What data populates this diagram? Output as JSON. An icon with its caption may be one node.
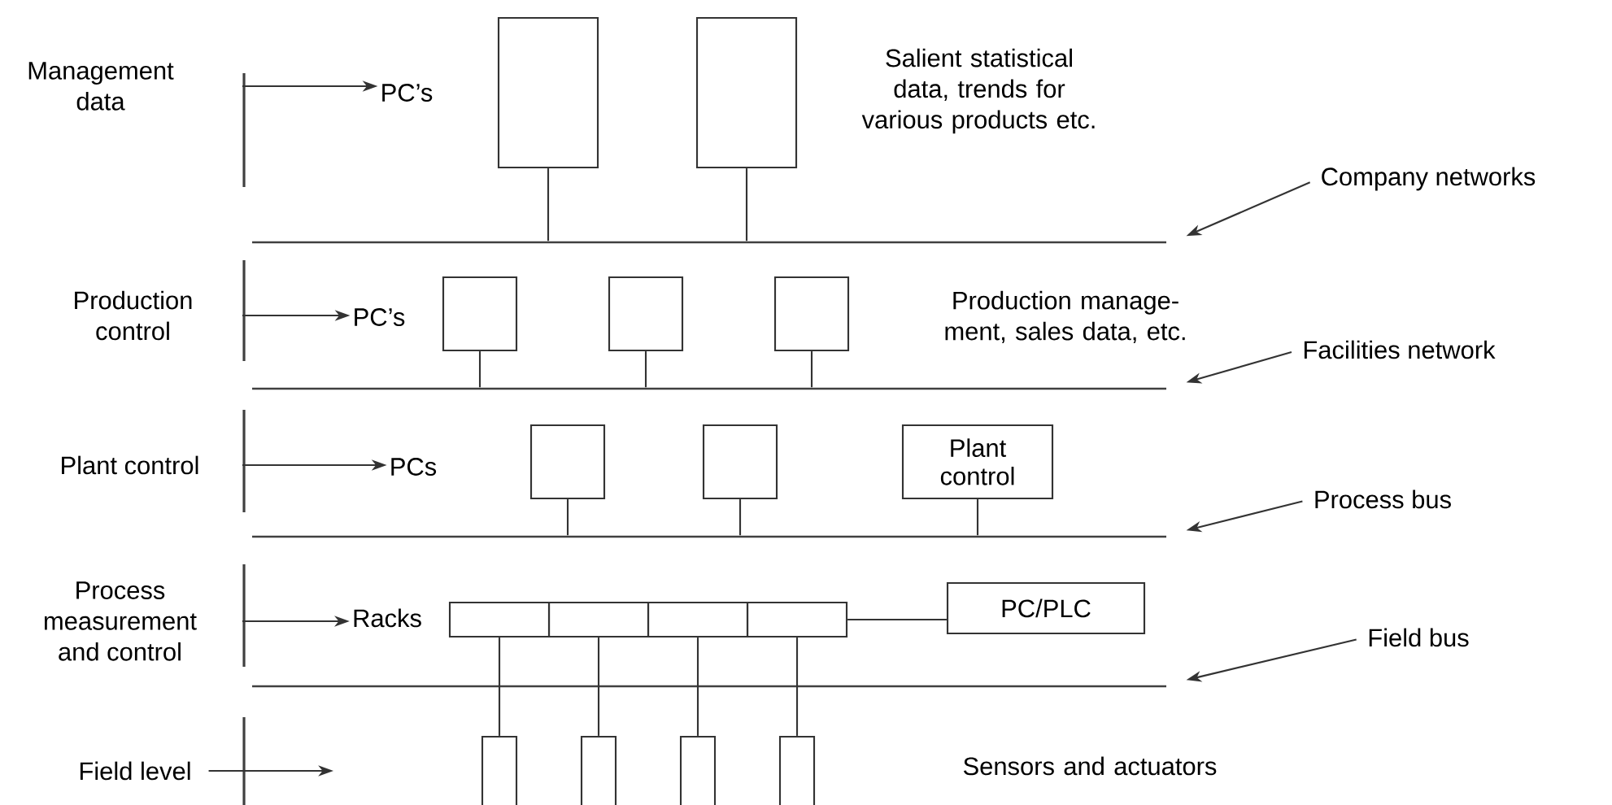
{
  "diagram": {
    "nodes": [
      {
        "text": [
          "Management data"
        ]
      },
      {
        "text": [
          "PC’s"
        ]
      },
      {
        "text": [],
        "shape": "box"
      },
      {
        "text": [],
        "shape": "box"
      },
      {
        "text": [],
        "shape": "bar"
      },
      {
        "text": [
          "Company networks"
        ]
      },
      {
        "text": [
          "Production control"
        ]
      },
      {
        "text": [
          "PC’s"
        ]
      },
      {
        "text": [],
        "shape": "box"
      },
      {
        "text": [],
        "shape": "box"
      },
      {
        "text": [],
        "shape": "box"
      },
      {
        "text": [],
        "shape": "bar"
      },
      {
        "text": [
          "Facilities network"
        ]
      },
      {
        "text": [
          "Plant control"
        ]
      },
      {
        "text": [
          "PCs"
        ]
      },
      {
        "text": [],
        "shape": "box"
      },
      {
        "text": [],
        "shape": "box"
      },
      {
        "text": [
          "Plant control"
        ]
      },
      {
        "text": [],
        "shape": "bar"
      },
      {
        "text": [
          "Process bus"
        ]
      },
      {
        "text": [
          "Process measurement and control"
        ]
      },
      {
        "text": [
          "Racks"
        ]
      },
      {
        "text": [],
        "shape": "box"
      },
      {
        "text": [],
        "shape": "box"
      },
      {
        "text": [],
        "shape": "box"
      },
      {
        "text": [],
        "shape": "box"
      },
      {
        "text": [
          "PC/PLC"
        ]
      },
      {
        "text": [],
        "shape": "bar"
      },
      {
        "text": [
          "Field bus"
        ]
      },
      {
        "text": [
          "Field level"
        ]
      },
      {
        "text": [],
        "shape": "box"
      },
      {
        "text": [],
        "shape": "box"
      },
      {
        "text": [],
        "shape": "box"
      },
      {
        "text": [],
        "shape": "box"
      }
    ],
    "edges": [
      {
        "from": 0,
        "to": 1,
        "arrow": "to"
      },
      {
        "from": 2,
        "to": 4,
        "arrow": "none"
      },
      {
        "from": 3,
        "to": 4,
        "arrow": "none"
      },
      {
        "from": 5,
        "to": 4,
        "arrow": "to"
      },
      {
        "from": 6,
        "to": 7,
        "arrow": "to"
      },
      {
        "from": 8,
        "to": 11,
        "arrow": "none"
      },
      {
        "from": 9,
        "to": 11,
        "arrow": "none"
      },
      {
        "from": 10,
        "to": 11,
        "arrow": "none"
      },
      {
        "from": 12,
        "to": 11,
        "arrow": "to"
      },
      {
        "from": 13,
        "to": 14,
        "arrow": "to"
      },
      {
        "from": 15,
        "to": 18,
        "arrow": "none"
      },
      {
        "from": 16,
        "to": 18,
        "arrow": "none"
      },
      {
        "from": 17,
        "to": 18,
        "arrow": "none"
      },
      {
        "from": 19,
        "to": 18,
        "arrow": "to"
      },
      {
        "from": 20,
        "to": 21,
        "arrow": "to"
      },
      {
        "from": 25,
        "to": 26,
        "arrow": "none"
      },
      {
        "from": 28,
        "to": 27,
        "arrow": "to"
      },
      {
        "from": 29,
        "to": null,
        "arrow": "to"
      },
      {
        "from": 22,
        "to": 30,
        "arrow": "none"
      },
      {
        "from": 23,
        "to": 31,
        "arrow": "none"
      },
      {
        "from": 24,
        "to": 32,
        "arrow": "none"
      },
      {
        "from": 25,
        "to": 33,
        "arrow": "none"
      }
    ],
    "labels": [
      "Salient statistical data, trends for various products etc.",
      "Production manage-ment, sales data, etc.",
      "Sensors and actuators"
    ]
  }
}
